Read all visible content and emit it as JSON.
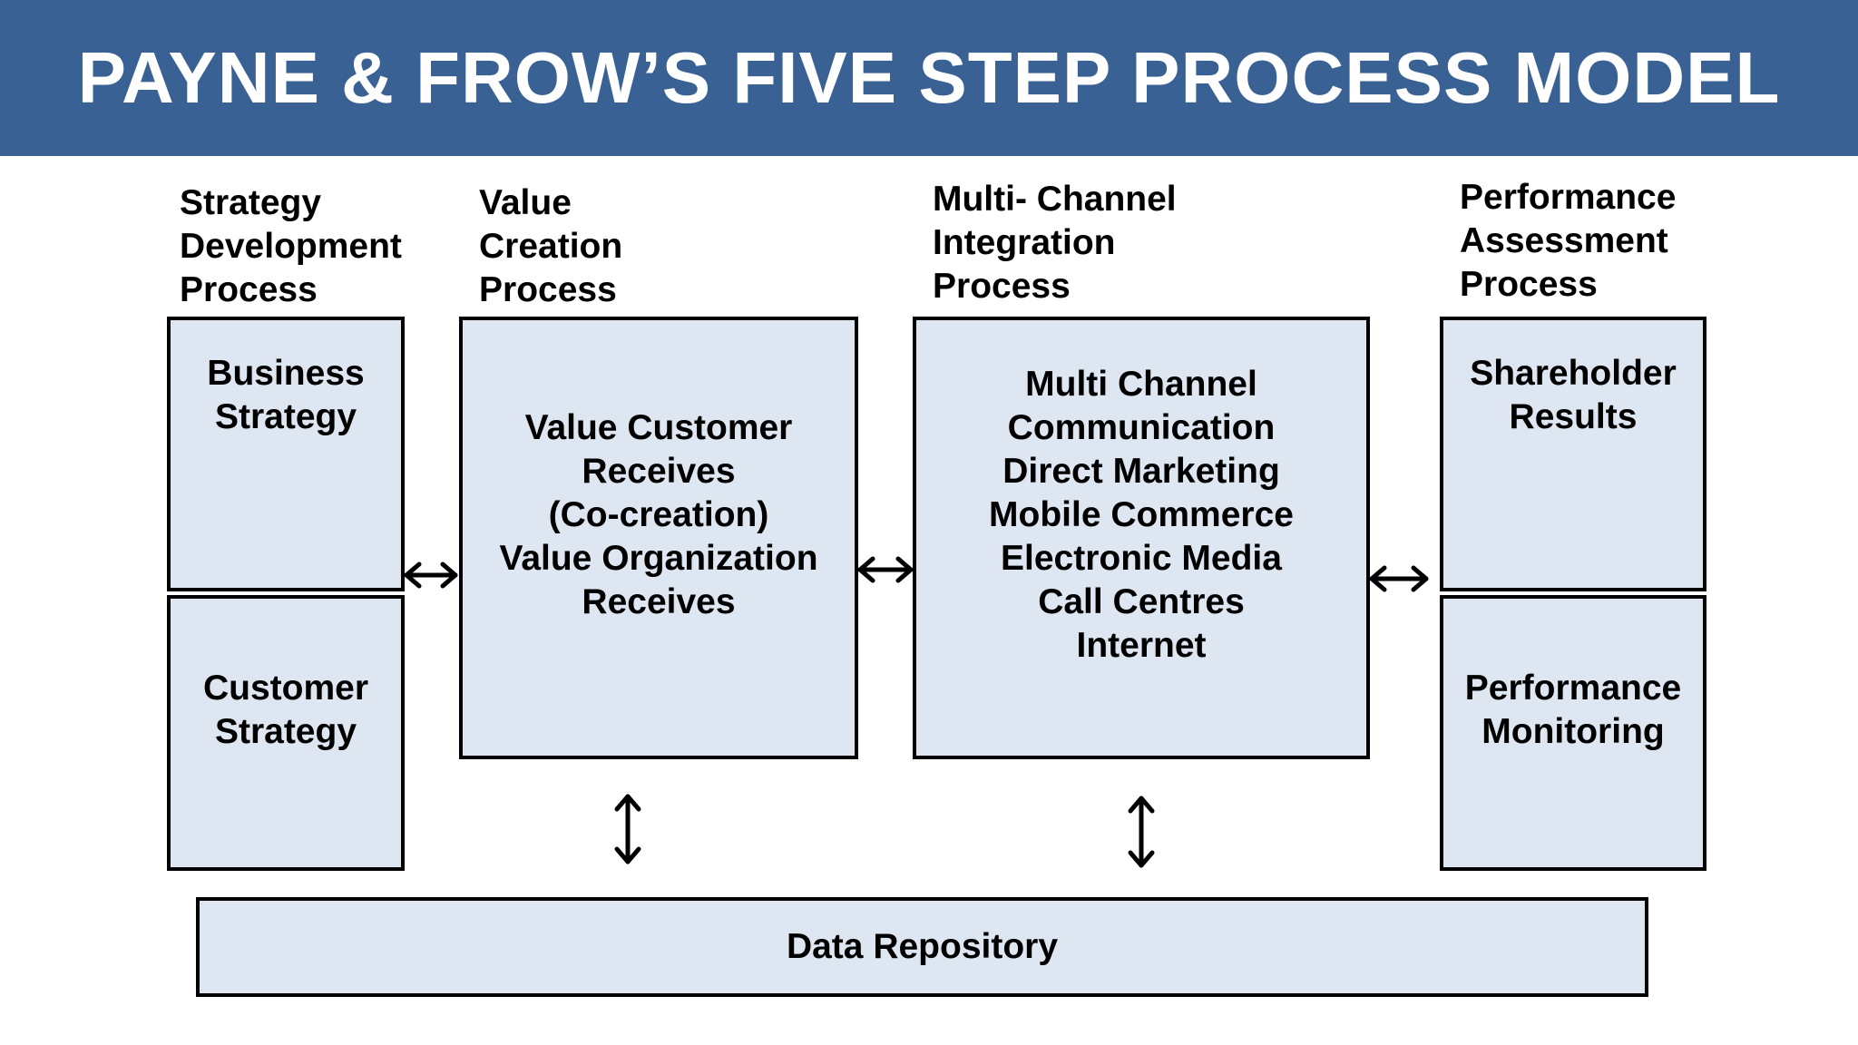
{
  "title": "PAYNE & FROW’S FIVE STEP PROCESS MODEL",
  "colors": {
    "banner": "#3a6193",
    "box_fill": "#dee6f1",
    "border": "#000000"
  },
  "processes": [
    {
      "heading": "Strategy\nDevelopment\nProcess",
      "boxes": [
        "Business\nStrategy",
        "Customer\nStrategy"
      ]
    },
    {
      "heading": "Value\nCreation\nProcess",
      "boxes": [
        "Value Customer\nReceives\n(Co-creation)\nValue Organization\nReceives"
      ]
    },
    {
      "heading": "Multi- Channel\nIntegration\nProcess",
      "boxes": [
        "Multi Channel\nCommunication\nDirect Marketing\nMobile Commerce\nElectronic Media\nCall Centres\nInternet"
      ]
    },
    {
      "heading": "Performance\nAssessment\nProcess",
      "boxes": [
        "Shareholder\nResults",
        "Performance\nMonitoring"
      ]
    }
  ],
  "data_repository": "Data Repository",
  "icons": {
    "horizontal_arrow": "double-headed-horizontal-arrow-icon",
    "vertical_arrow": "double-headed-vertical-arrow-icon"
  }
}
